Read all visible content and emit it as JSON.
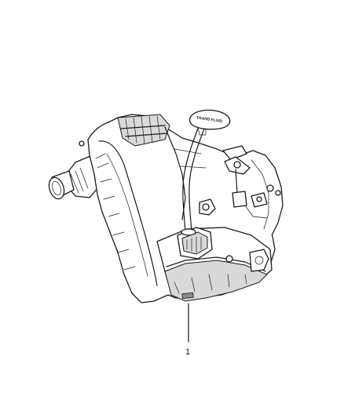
{
  "diagram": {
    "callouts": [
      {
        "number": "1",
        "part": "transaxle-assembly"
      }
    ],
    "dipstick_label": "TRANS FLUID"
  }
}
